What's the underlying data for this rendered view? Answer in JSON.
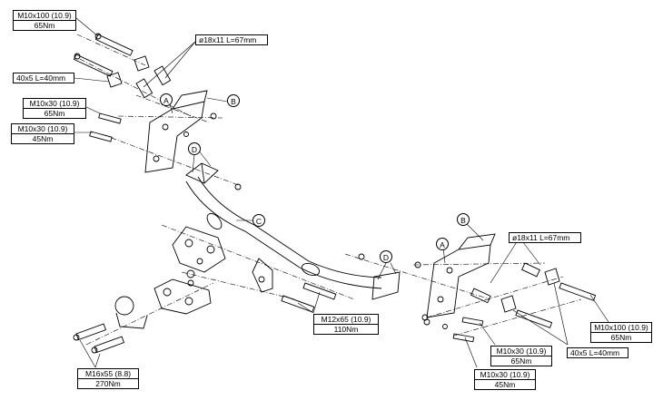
{
  "specs": {
    "m10x100_top": {
      "size": "M10x100 (10.9)",
      "torque": "65Nm"
    },
    "plate_top": "40x5 L=40mm",
    "spacer_top": "ø18x11 L=67mm",
    "m10x30_65": {
      "size": "M10x30 (10.9)",
      "torque": "65Nm"
    },
    "m10x30_45": {
      "size": "M10x30 (10.9)",
      "torque": "45Nm"
    },
    "m12x65": {
      "size": "M12x65 (10.9)",
      "torque": "110Nm"
    },
    "m16x55": {
      "size": "M16x55 (8.8)",
      "torque": "270Nm"
    },
    "spacer_right": "ø18x11 L=67mm",
    "m10x100_right": {
      "size": "M10x100 (10.9)",
      "torque": "65Nm"
    },
    "plate_right": "40x5 L=40mm",
    "m10x30_65_right": {
      "size": "M10x30 (10.9)",
      "torque": "65Nm"
    },
    "m10x30_45_right": {
      "size": "M10x30 (10.9)",
      "torque": "45Nm"
    }
  },
  "callouts": {
    "a_left": "A",
    "b_left": "B",
    "d_left": "D",
    "c_mid": "C",
    "d_right": "D",
    "a_right": "A",
    "b_right": "B"
  }
}
